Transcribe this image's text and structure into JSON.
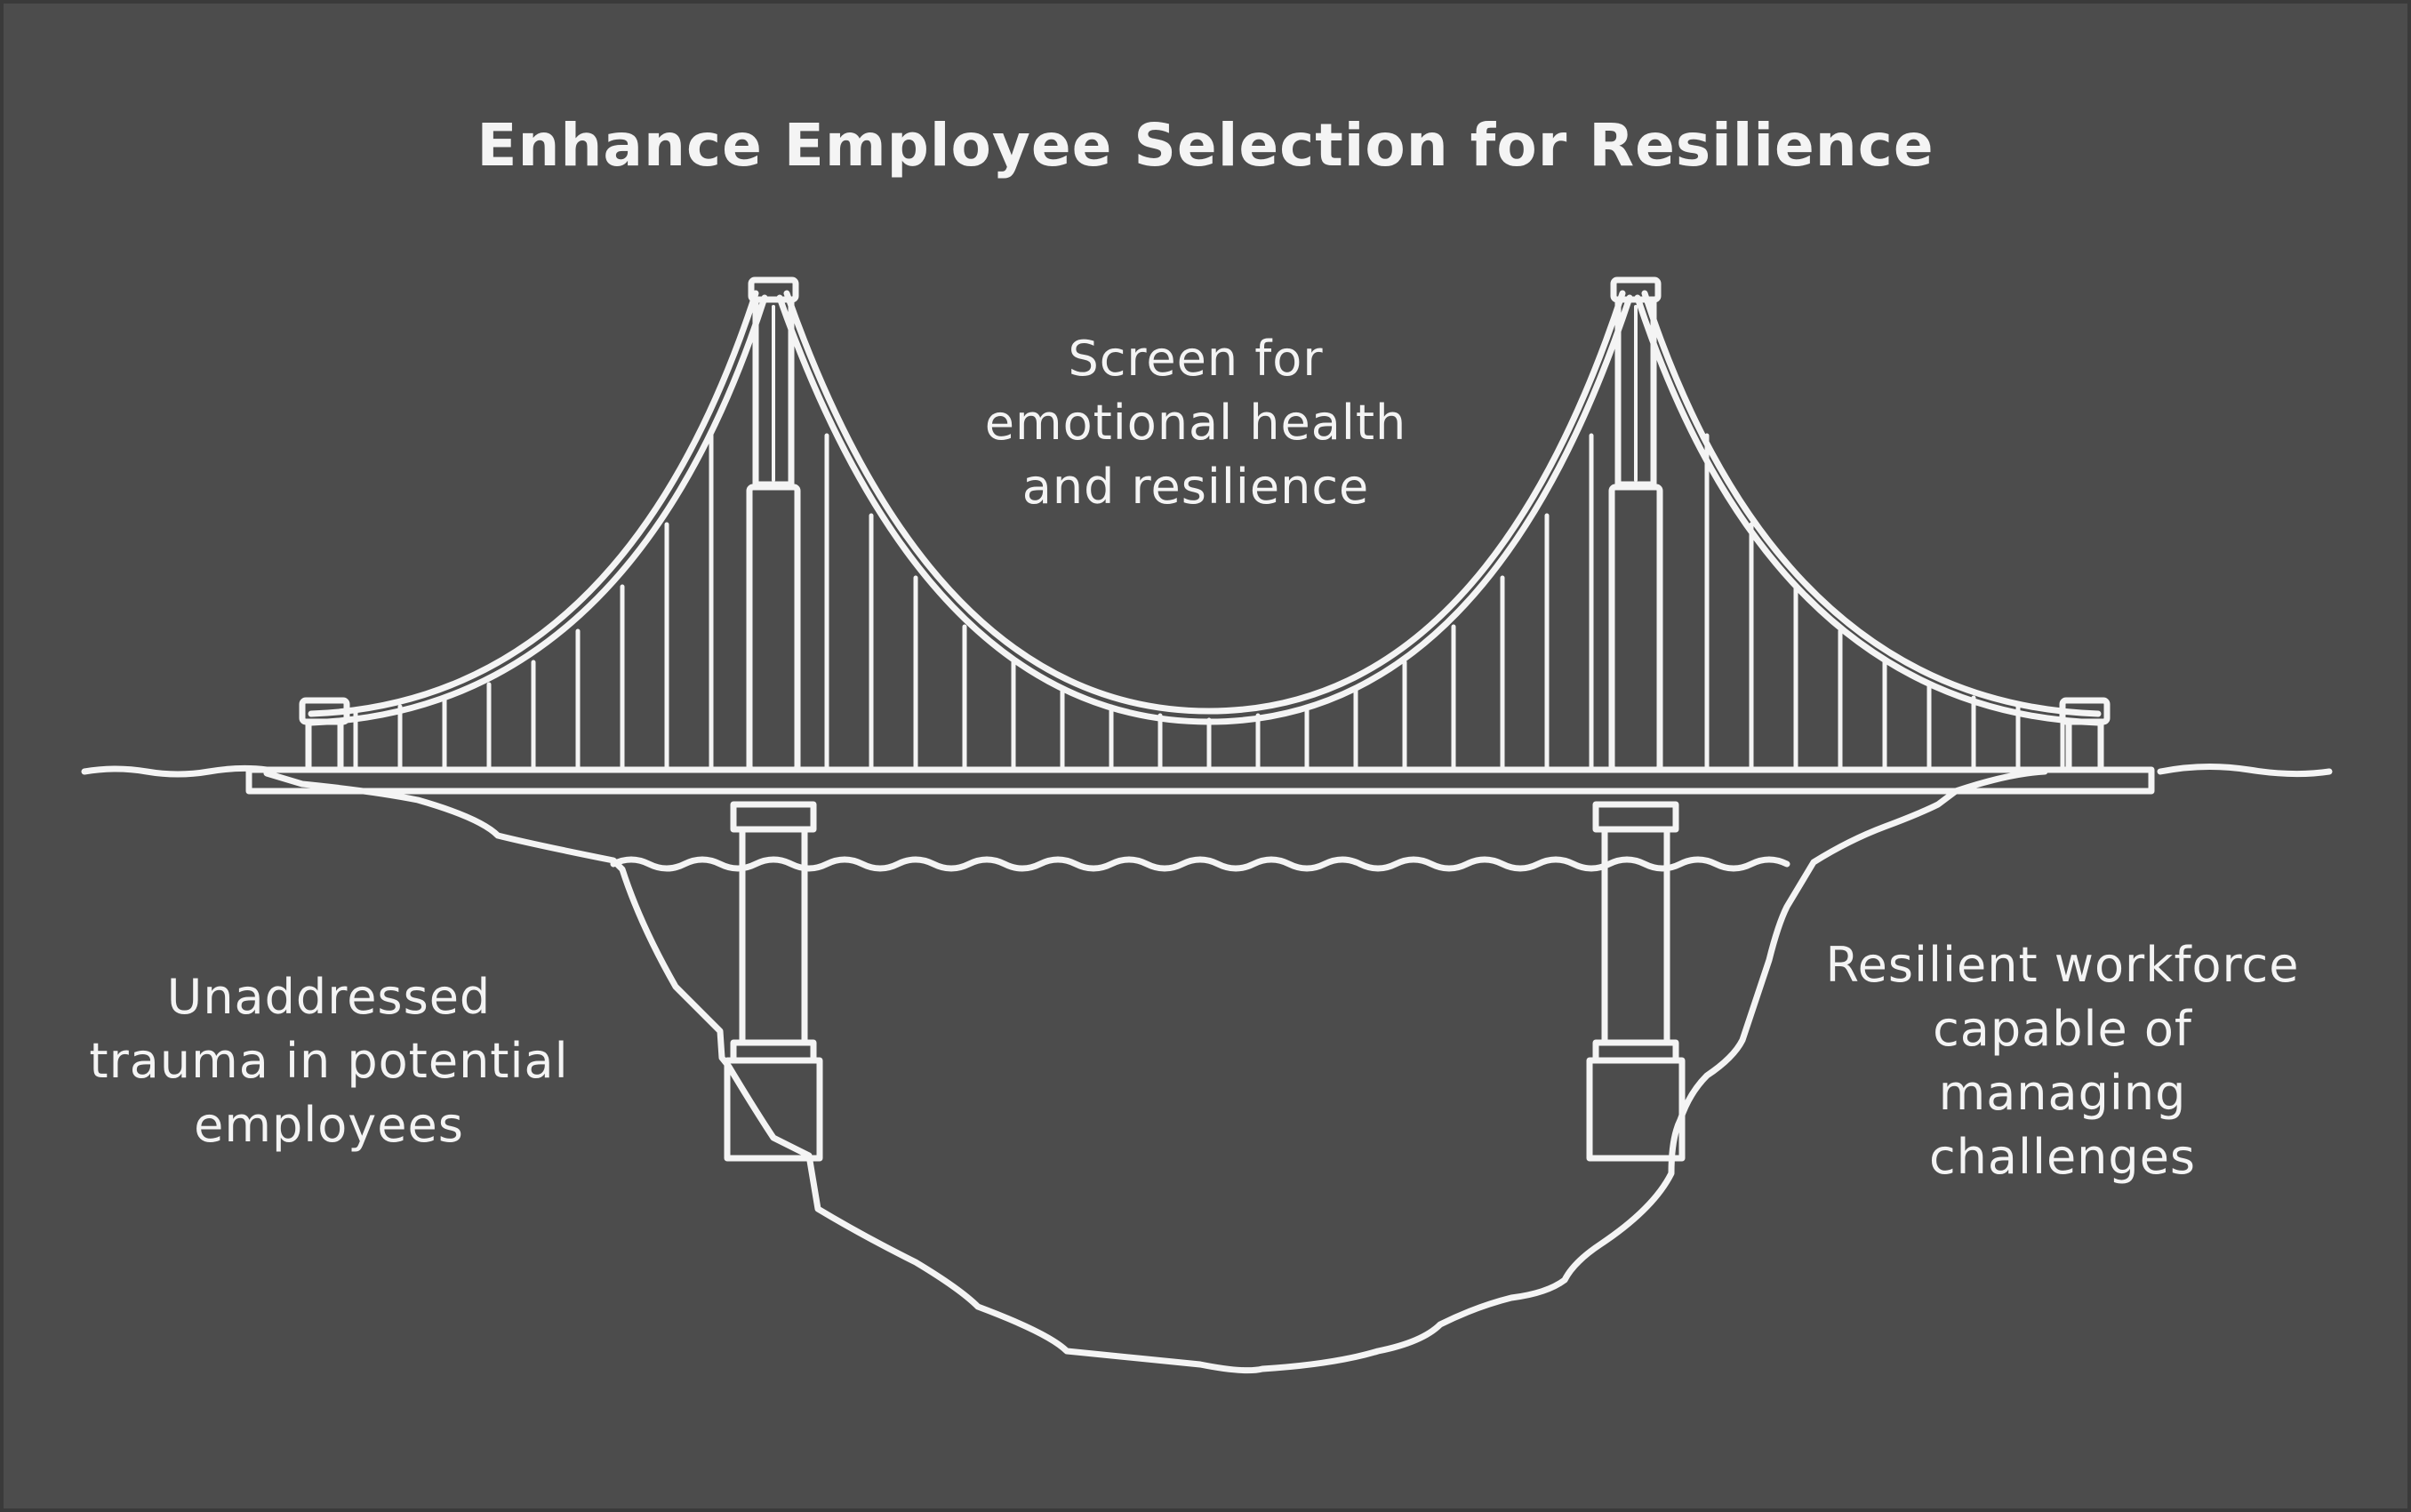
{
  "title": "Enhance Employee Selection for Resilience",
  "labels": {
    "top": [
      "Screen for",
      "emotional health",
      "and resilience"
    ],
    "left": [
      "Unaddressed",
      "trauma in potential",
      "employees"
    ],
    "right": [
      "Resilient workforce",
      "capable of",
      "managing",
      "challenges"
    ]
  },
  "colors": {
    "background": "#4c4c4c",
    "stroke": "#f4f4f4"
  }
}
